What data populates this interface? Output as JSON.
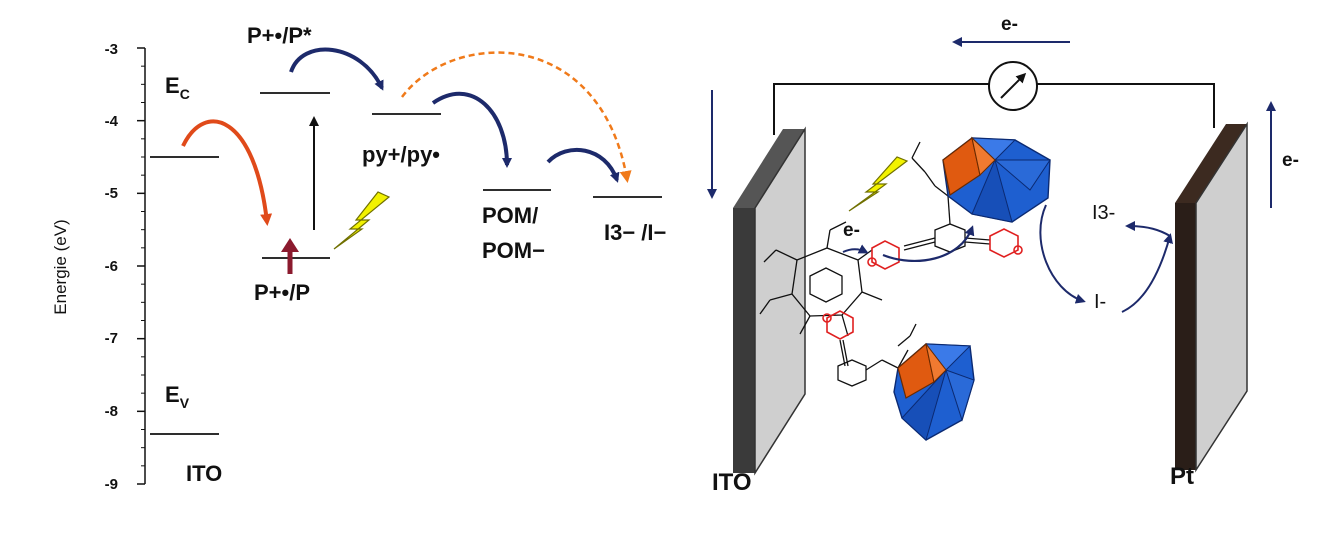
{
  "energy_diagram": {
    "axis_label": "Energie (eV)",
    "ticks": [
      "-3",
      "-4",
      "-5",
      "-6",
      "-7",
      "-8",
      "-9"
    ],
    "levels": {
      "ec": {
        "main": "E",
        "sub": "C"
      },
      "ev": {
        "main": "E",
        "sub": "V"
      },
      "ito": "ITO",
      "p_excited": "P+•/P*",
      "p_ground": "P+•/P",
      "py": "py+/py•",
      "pom_line1": "POM/",
      "pom_line2": "POM−",
      "iodide": "I3− /I−"
    }
  },
  "cell_schematic": {
    "electron_top": "e-",
    "electron_right": "e-",
    "electron_molecule": "e-",
    "ito_electrode": "ITO",
    "pt_electrode": "Pt",
    "triiodide": "I3-",
    "iodide": "I-",
    "meter_icon": "ammeter-icon",
    "lightning_icon": "lightning-icon"
  },
  "colors": {
    "navy": "#1d2a6b",
    "orange_red": "#e04a1a",
    "dashed_orange": "#f07a1a",
    "dark_red": "#8b1a2e",
    "lightning": "#f2f200",
    "pom_blue": "#1e5fd0",
    "pom_orange": "#e05a10",
    "pyridinium_red": "#e02020",
    "pt_electrode": "#2a1e18",
    "ito_electrode": "#3a3a3a"
  }
}
